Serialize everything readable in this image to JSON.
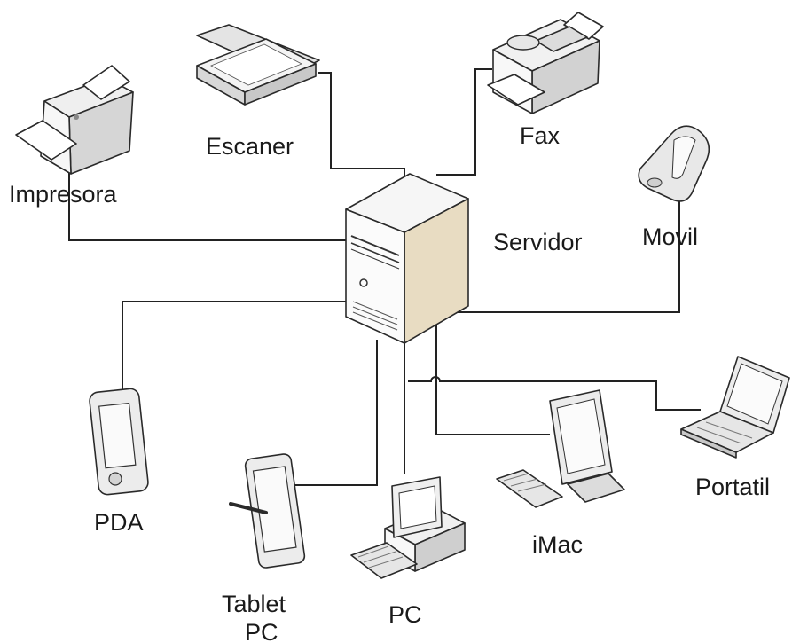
{
  "diagram": {
    "server": {
      "label": "Servidor",
      "icon": "server-tower-icon"
    },
    "devices": [
      {
        "id": "impresora",
        "label": "Impresora",
        "icon": "printer-icon"
      },
      {
        "id": "escaner",
        "label": "Escaner",
        "icon": "scanner-icon"
      },
      {
        "id": "fax",
        "label": "Fax",
        "icon": "fax-icon"
      },
      {
        "id": "movil",
        "label": "Movil",
        "icon": "mobile-phone-icon"
      },
      {
        "id": "pda",
        "label": "PDA",
        "icon": "pda-icon"
      },
      {
        "id": "tablet",
        "label": "Tablet PC",
        "label_lines": [
          "Tablet",
          "PC"
        ],
        "icon": "tablet-pc-icon"
      },
      {
        "id": "pc",
        "label": "PC",
        "icon": "desktop-pc-icon"
      },
      {
        "id": "imac",
        "label": "iMac",
        "icon": "imac-icon"
      },
      {
        "id": "portatil",
        "label": "Portatil",
        "icon": "laptop-icon"
      }
    ],
    "colors": {
      "line": "#222222",
      "device_body": "#f2f2f2",
      "device_shade": "#cfcfcf",
      "server_side": "#e8dcc2",
      "screen": "#dedede"
    }
  }
}
